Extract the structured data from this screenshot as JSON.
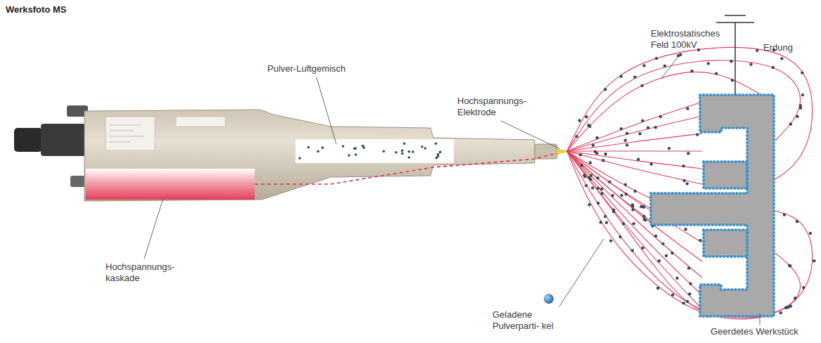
{
  "diagram": {
    "labels": [
      "Werksfoto MS",
      "Pulver-Luftgemisch",
      "Hochspannungs- Elektrode",
      "Elektrostatisches Feld 100kV",
      "Erdung",
      "Hochspannungs- kaskade",
      "Geladene Pulverparti- kel",
      "Geerdetes Werkstück"
    ]
  }
}
